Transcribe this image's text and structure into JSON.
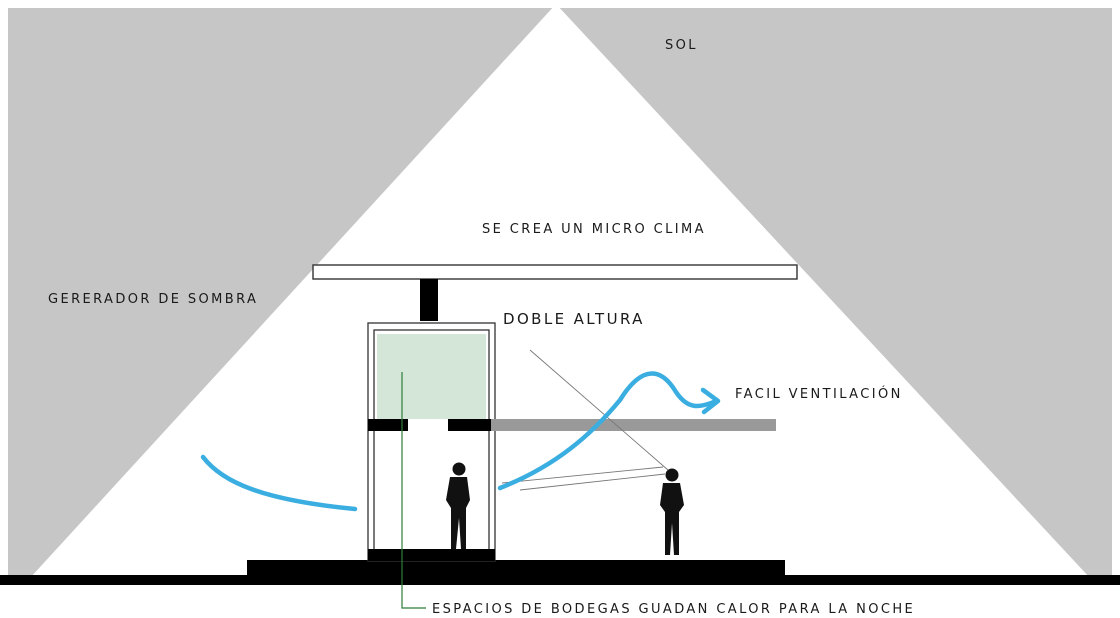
{
  "labels": {
    "sun": "SOL",
    "microclimate": "SE CREA UN MICRO CLIMA",
    "shade_generator": "GERERADOR DE SOMBRA",
    "double_height": "DOBLE ALTURA",
    "ventilation": "FACIL VENTILACIÓN",
    "storage": "ESPACIOS DE BODEGAS GUADAN CALOR PARA LA NOCHE"
  },
  "colors": {
    "sky_shadow": "#c6c6c6",
    "ground": "#000000",
    "air_flow": "#3aaee0",
    "storage_fill": "#d3e6d8",
    "storage_leader": "#2e7d3a",
    "shade_slab": "#ffffff",
    "balcony": "#999999"
  }
}
